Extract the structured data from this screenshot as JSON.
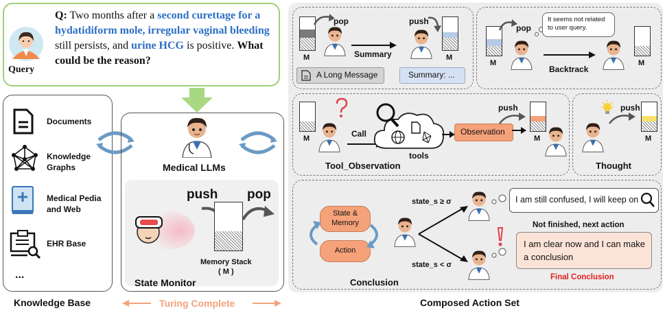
{
  "query": {
    "q_prefix": "Q:",
    "t1": "Two months after a ",
    "h1": "second curettage for a hydatidiform mole, irregular vaginal bleeding",
    "t2": " still persists, and ",
    "h2": "urine HCG",
    "t3": " is positive. ",
    "t4": "What could be the reason?",
    "avatar_label": "Query"
  },
  "knowledge_base": {
    "title": "Knowledge Base",
    "items": [
      "Documents",
      "Knowledge Graphs",
      "Medical Pedia and Web",
      "EHR Base"
    ],
    "more": "..."
  },
  "center": {
    "model_label": "Medical LLMs",
    "push_label": "push",
    "pop_label": "pop",
    "stack_label": "Memory Stack",
    "stack_sub": "( M )",
    "monitor_label": "State Monitor",
    "turing": "Turing Complete"
  },
  "actions": {
    "title": "Composed Action Set",
    "summary": {
      "pop": "pop",
      "push": "push",
      "m": "M",
      "arrow_label": "Summary",
      "box1": "A Long Message",
      "box2": "Summary: ..."
    },
    "backtrack": {
      "pop": "pop",
      "m": "M",
      "bubble": "It seems not related to user query.",
      "arrow_label": "Backtrack"
    },
    "tool": {
      "m": "M",
      "call": "Call",
      "tools": "tools",
      "observation": "Observation",
      "push": "push",
      "name": "Tool_Observation"
    },
    "thought": {
      "push": "push",
      "m": "M",
      "name": "Thought"
    },
    "conclusion": {
      "state_mem": "State & Memory",
      "action": "Action",
      "cond1": "state_s ≥ σ",
      "cond2": "state_s < σ",
      "bubble1": "I am still confused, I will keep on",
      "caption1": "Not finished, next action",
      "bubble2": "I am clear now and I can make a conclusion",
      "caption2": "Final Conclusion",
      "name": "Conclusion"
    }
  },
  "colors": {
    "accent_blue": "#2c6fc4",
    "green": "#8fc867",
    "orange": "#f5a27a",
    "red": "#e0201d"
  }
}
